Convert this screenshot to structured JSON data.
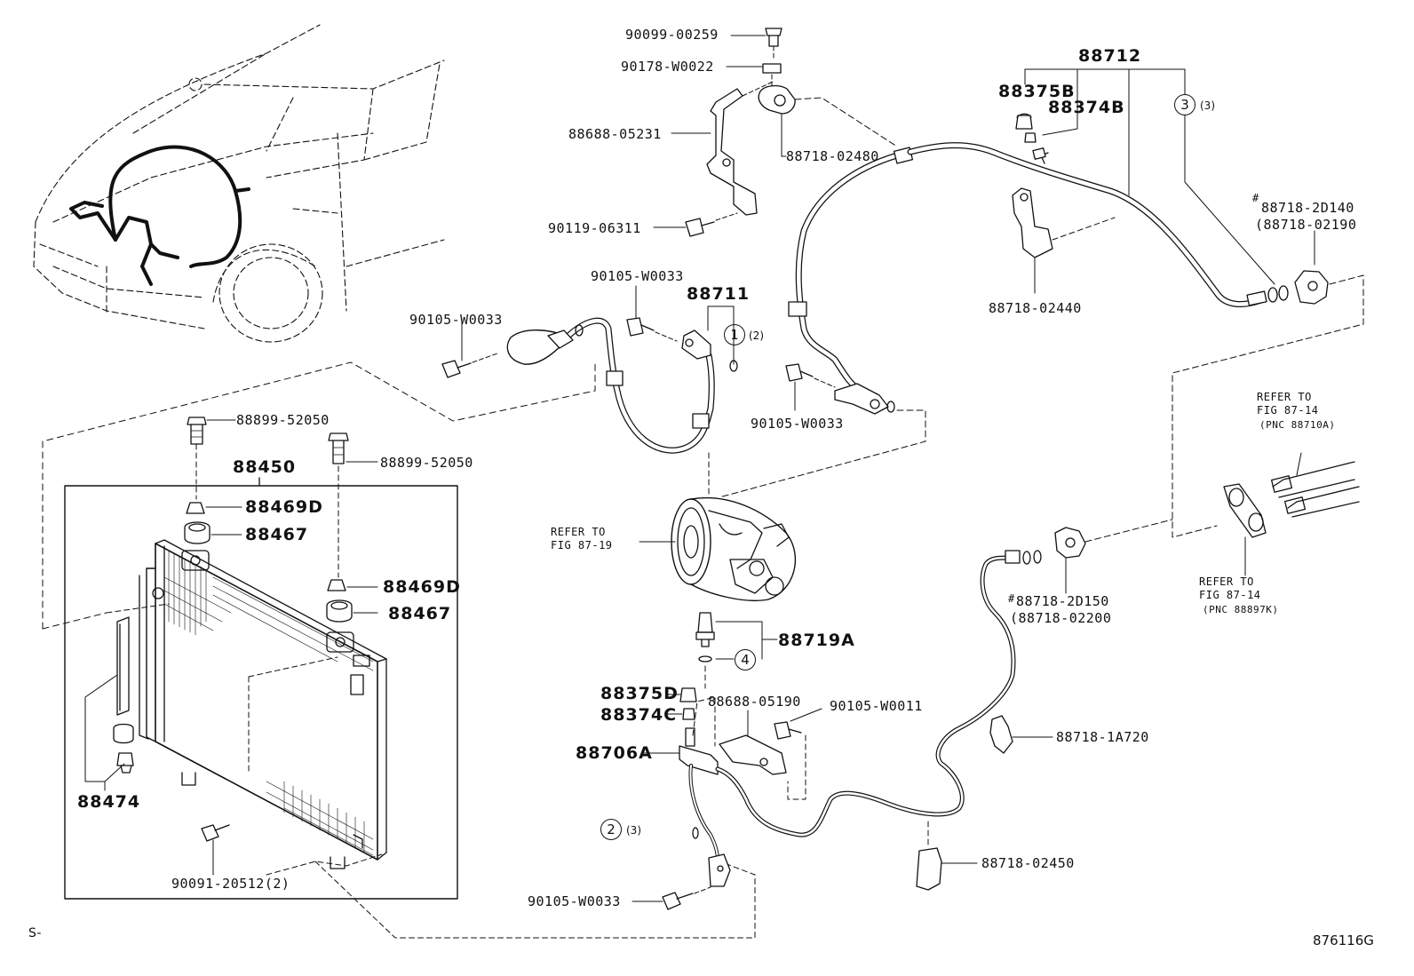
{
  "figure_code": "876116G",
  "corner_mark": "S-",
  "labels": {
    "p90099_00259": "90099-00259",
    "p90178_w0022": "90178-W0022",
    "p88688_05231": "88688-05231",
    "p88718_02480": "88718-02480",
    "p90119_06311": "90119-06311",
    "p88712": "88712",
    "p88375b": "88375B",
    "p88374b": "88374B",
    "p88718_2d140": "88718-2D140",
    "p88718_02190": "(88718-02190",
    "p88718_02440": "88718-02440",
    "p90105_w0033_a": "90105-W0033",
    "p90105_w0033_b": "90105-W0033",
    "p90105_w0033_c": "90105-W0033",
    "p90105_w0033_d": "90105-W0033",
    "p88711": "88711",
    "p88899_52050_a": "88899-52050",
    "p88899_52050_b": "88899-52050",
    "p88450": "88450",
    "p88469d_a": "88469D",
    "p88467_a": "88467",
    "p88469d_b": "88469D",
    "p88467_b": "88467",
    "p88474": "88474",
    "p90091_20512": "90091-20512(2)",
    "p88719a": "88719A",
    "p88375d": "88375D",
    "p88374c": "88374C",
    "p88688_05190": "88688-05190",
    "p90105_w0011": "90105-W0011",
    "p88706a": "88706A",
    "p88718_1a720": "88718-1A720",
    "p88718_02450": "88718-02450",
    "p88718_2d150": "88718-2D150",
    "p88718_02200": "(88718-02200",
    "hash_a": "#",
    "hash_b": "#"
  },
  "refs": {
    "ref_87_19_line1": "REFER TO",
    "ref_87_19_line2": "FIG 87-19",
    "ref_a_line1": "REFER TO",
    "ref_a_line2": "FIG 87-14",
    "ref_a_line3": "(PNC 88710A)",
    "ref_b_line1": "REFER TO",
    "ref_b_line2": "FIG 87-14",
    "ref_b_line3": "(PNC 88897K)"
  },
  "callouts": {
    "c1": "1",
    "c1_qty": "(2)",
    "c2": "2",
    "c2_qty": "(3)",
    "c3": "3",
    "c3_qty": "(3)",
    "c4": "4"
  }
}
